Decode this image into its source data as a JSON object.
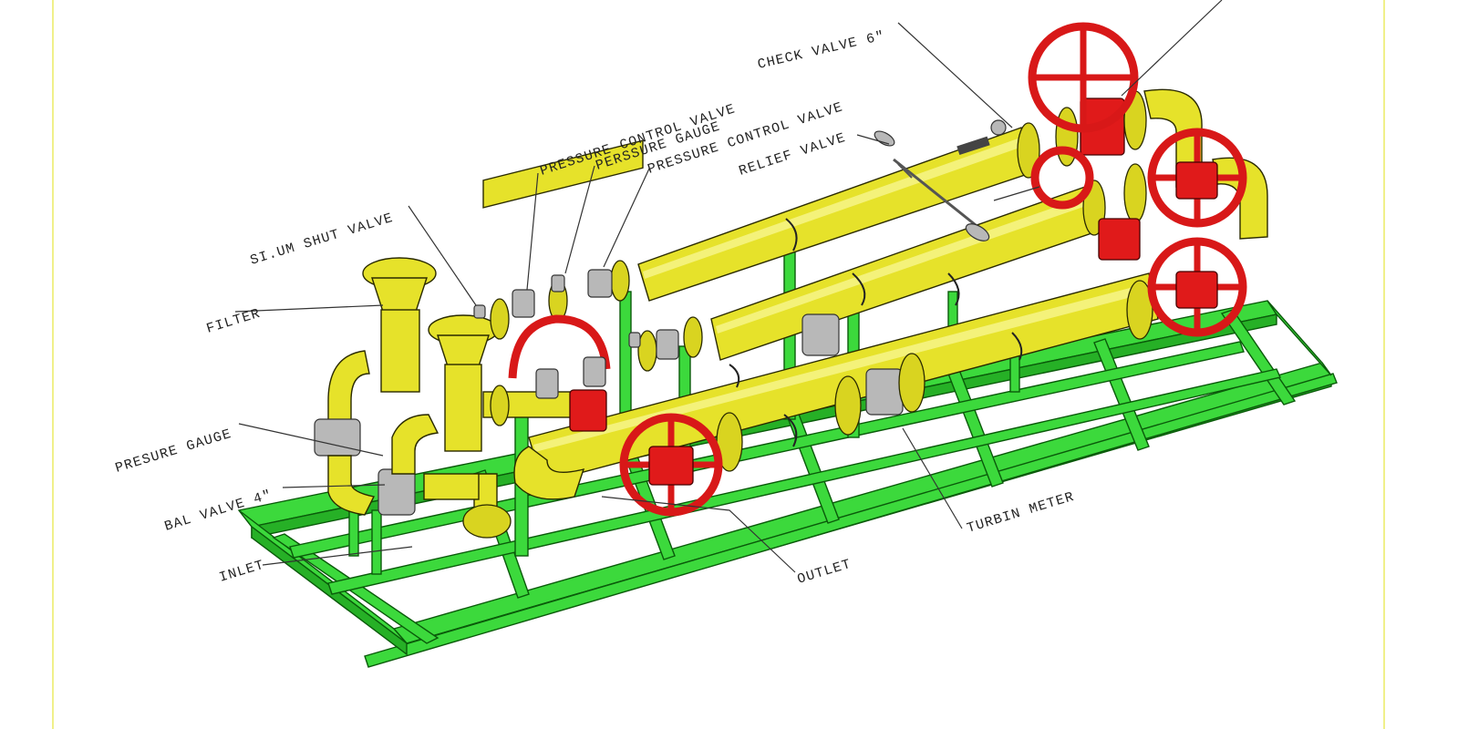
{
  "labels": {
    "check_valve": "CHECK VALVE 6\"",
    "pressure_control_valve_1": "PRESSURE CONTROL VALVE",
    "perssure_gauge": "PERSSURE GAUGE",
    "pressure_control_valve_2": "PRESSURE CONTROL VALVE",
    "relief_valve": "RELIEF VALVE",
    "slum_shut_valve": "SI.UM SHUT VALVE",
    "filter": "FILTER",
    "presure_gauge": "PRESURE GAUGE",
    "bal_valve": "BAL VALVE 4\"",
    "inlet": "INLET",
    "turbin_meter": "TURBIN METER",
    "outlet": "OUTLET"
  },
  "colors": {
    "frame": "#3cd93c",
    "pipe": "#e6e22a",
    "valve": "#e01a1a",
    "instrument": "#b8b8b8"
  }
}
